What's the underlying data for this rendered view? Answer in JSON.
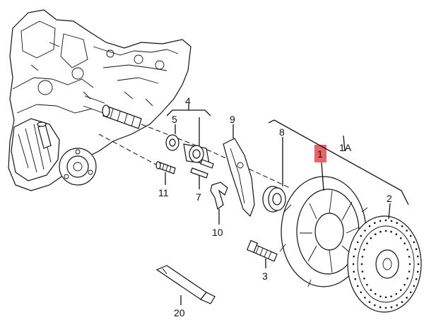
{
  "diagram": {
    "callouts": {
      "p1": "1",
      "p1a": "1A",
      "p2": "2",
      "p3": "3",
      "p4": "4",
      "p5": "5",
      "p7": "7",
      "p8": "8",
      "p9": "9",
      "p10": "10",
      "p11": "11",
      "p20": "20"
    },
    "highlight_color": "#e8474d"
  }
}
